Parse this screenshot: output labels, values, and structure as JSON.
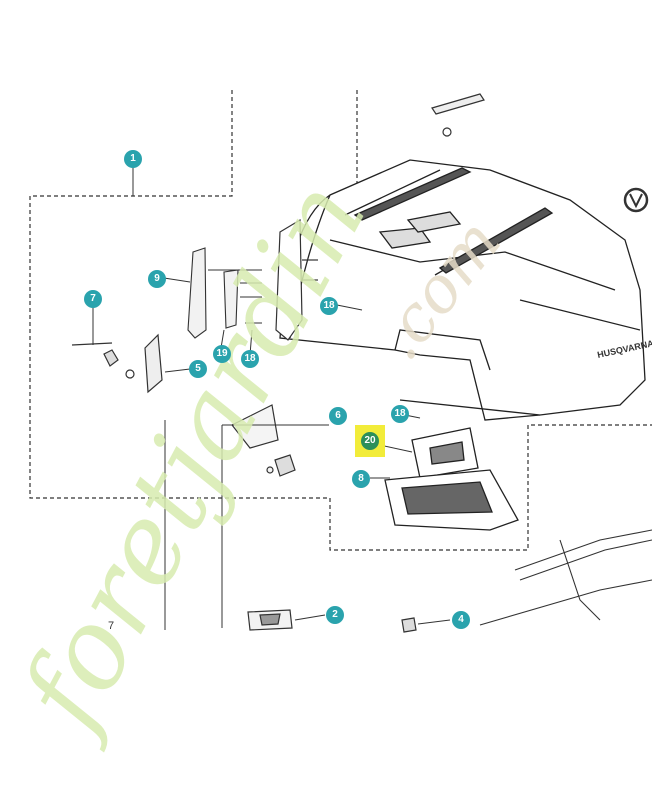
{
  "callouts": {
    "c1": "1",
    "c2": "2",
    "c4": "4",
    "c5": "5",
    "c6": "6",
    "c7": "7",
    "c8": "8",
    "c9": "9",
    "c18a": "18",
    "c18b": "18",
    "c18c": "18",
    "c19": "19",
    "c20": "20"
  },
  "edge_label": "7",
  "brand_text": "HUSQVARNA",
  "watermark": {
    "part1": "foretjardin",
    "part2": ".com"
  },
  "colors": {
    "callout": "#2aa3ad",
    "highlight": "#f2ec3a",
    "watermark_green": "#d8ecb0"
  }
}
